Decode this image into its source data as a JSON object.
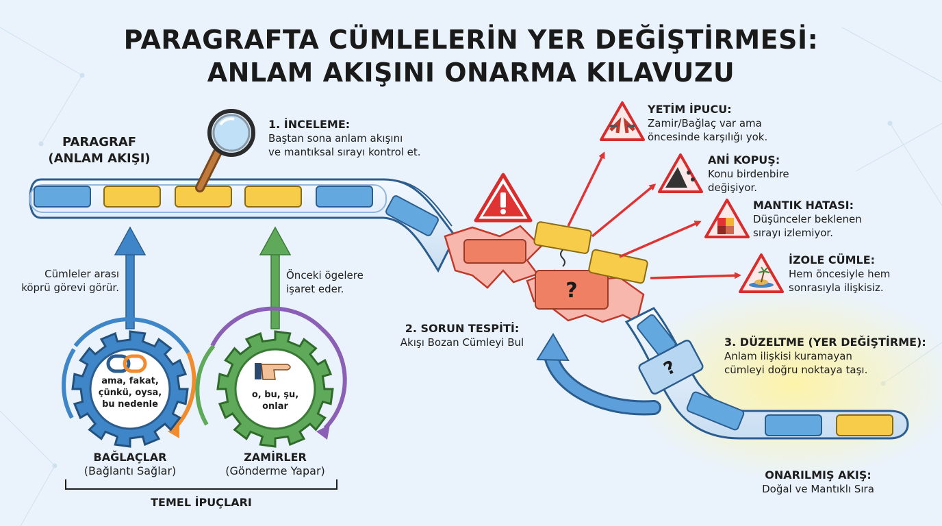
{
  "title": {
    "line1": "PARAGRAFTA CÜMLELERİN YER DEĞİŞTİRMESİ:",
    "line2": "ANLAM AKIŞINI ONARMA KILAVUZU"
  },
  "paragraph": {
    "line1": "PARAGRAF",
    "line2": "(ANLAM AKIŞI)"
  },
  "step1": {
    "heading": "1. İNCELEME:",
    "line1": "Baştan sona anlam akışını",
    "line2": "ve mantıksal sırayı kontrol et."
  },
  "step2": {
    "heading": "2. SORUN TESPİTİ:",
    "text": "Akışı Bozan Cümleyi Bul"
  },
  "step3": {
    "heading": "3. DÜZELTME (YER DEĞİŞTİRME):",
    "line1": "Anlam ilişkisi kuramayan",
    "line2": "cümleyi doğru noktaya taşı."
  },
  "repaired": {
    "heading": "ONARILMIŞ AKIŞ:",
    "text": "Doğal ve Mantıklı Sıra"
  },
  "problems": [
    {
      "heading": "YETİM İPUCU:",
      "line1": "Zamir/Bağlaç var ama",
      "line2": "öncesinde karşılığı yok.",
      "icon": "broken-bridge-icon"
    },
    {
      "heading": "ANİ KOPUŞ:",
      "line1": "Konu birdenbire",
      "line2": "değişiyor.",
      "icon": "falling-rocks-icon"
    },
    {
      "heading": "MANTIK HATASI:",
      "line1": "Düşünceler beklenen",
      "line2": "sırayı izlemiyor.",
      "icon": "puzzle-icon"
    },
    {
      "heading": "İZOLE CÜMLE:",
      "line1": "Hem öncesiyle hem",
      "line2": "sonrasıyla ilişkisiz.",
      "icon": "island-icon"
    }
  ],
  "connectors": {
    "bridge_note_line1": "Cümleler arası",
    "bridge_note_line2": "köprü görevi görür.",
    "gear_words": [
      "ama, fakat,",
      "çünkü, oysa,",
      "bu nedenle"
    ],
    "heading": "BAĞLAÇLAR",
    "sub": "(Bağlantı Sağlar)"
  },
  "pronouns": {
    "ref_note_line1": "Önceki ögelere",
    "ref_note_line2": "işaret eder.",
    "gear_words": [
      "o, bu, şu,",
      "onlar"
    ],
    "heading": "ZAMİRLER",
    "sub": "(Gönderme Yapar)"
  },
  "clues_label": "TEMEL İPUÇLARI",
  "question_mark": "?",
  "colors": {
    "blue_block": "#64a8e0",
    "yellow_block": "#f6cc4a",
    "red_block": "#ef8063",
    "gear_blue": "#3f86c8",
    "gear_green": "#5faa5a",
    "arrow_red": "#e03434",
    "warning_red": "#d92c2c"
  }
}
